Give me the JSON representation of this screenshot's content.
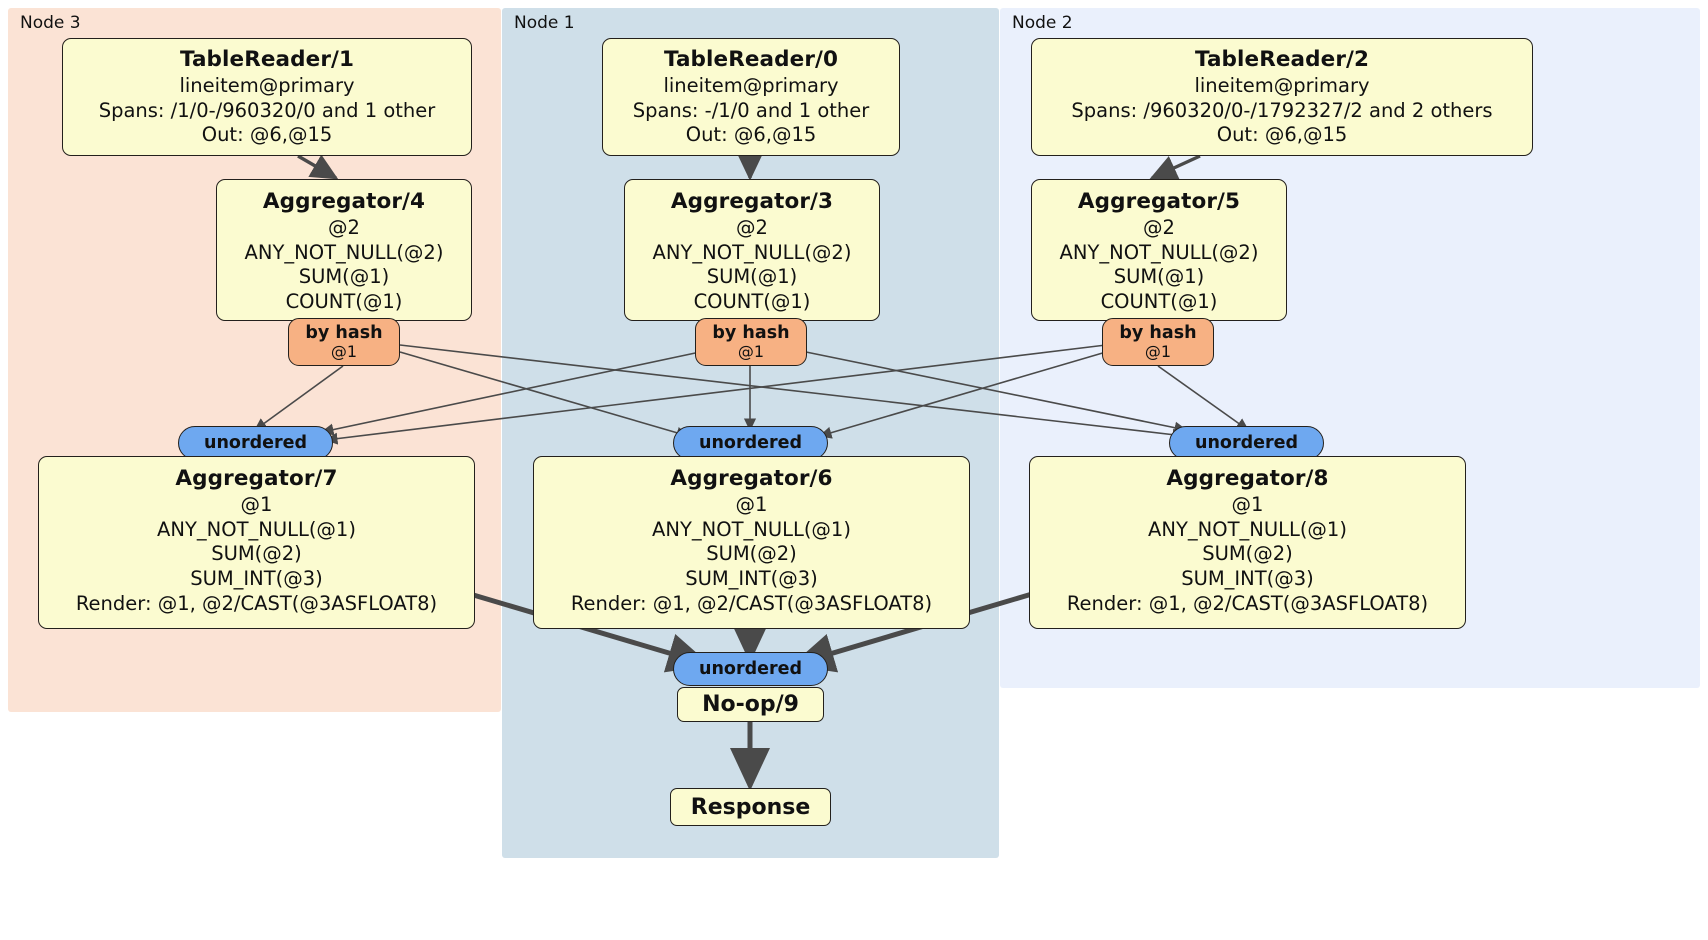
{
  "diagram": {
    "type": "distributed-query-plan",
    "title": "CockroachDB distributed physical plan",
    "colors": {
      "node3_panel": "#fbe3d5",
      "node1_panel": "#cfdfe9",
      "node2_panel": "#eaf0fc",
      "processor_box": "#fbfbd0",
      "box_border": "#23201c",
      "hash_badge": "#f7b183",
      "unordered_badge": "#6ea8f0",
      "edge": "#4a4a4a"
    }
  },
  "panels": [
    {
      "id": "node3",
      "label": "Node 3"
    },
    {
      "id": "node1",
      "label": "Node 1"
    },
    {
      "id": "node2",
      "label": "Node 2"
    }
  ],
  "processors": {
    "table_reader_1": {
      "title": "TableReader/1",
      "lines": [
        "lineitem@primary",
        "Spans: /1/0-/960320/0 and 1 other",
        "Out: @6,@15"
      ]
    },
    "table_reader_0": {
      "title": "TableReader/0",
      "lines": [
        "lineitem@primary",
        "Spans: -/1/0 and 1 other",
        "Out: @6,@15"
      ]
    },
    "table_reader_2": {
      "title": "TableReader/2",
      "lines": [
        "lineitem@primary",
        "Spans: /960320/0-/1792327/2 and 2 others",
        "Out: @6,@15"
      ]
    },
    "aggregator_4": {
      "title": "Aggregator/4",
      "lines": [
        "@2",
        "ANY_NOT_NULL(@2)",
        "SUM(@1)",
        "COUNT(@1)"
      ]
    },
    "aggregator_3": {
      "title": "Aggregator/3",
      "lines": [
        "@2",
        "ANY_NOT_NULL(@2)",
        "SUM(@1)",
        "COUNT(@1)"
      ]
    },
    "aggregator_5": {
      "title": "Aggregator/5",
      "lines": [
        "@2",
        "ANY_NOT_NULL(@2)",
        "SUM(@1)",
        "COUNT(@1)"
      ]
    },
    "aggregator_7": {
      "title": "Aggregator/7",
      "lines": [
        "@1",
        "ANY_NOT_NULL(@1)",
        "SUM(@2)",
        "SUM_INT(@3)",
        "Render: @1, @2/CAST(@3ASFLOAT8)"
      ]
    },
    "aggregator_6": {
      "title": "Aggregator/6",
      "lines": [
        "@1",
        "ANY_NOT_NULL(@1)",
        "SUM(@2)",
        "SUM_INT(@3)",
        "Render: @1, @2/CAST(@3ASFLOAT8)"
      ]
    },
    "aggregator_8": {
      "title": "Aggregator/8",
      "lines": [
        "@1",
        "ANY_NOT_NULL(@1)",
        "SUM(@2)",
        "SUM_INT(@3)",
        "Render: @1, @2/CAST(@3ASFLOAT8)"
      ]
    },
    "noop_9": {
      "title": "No-op/9"
    },
    "response": {
      "title": "Response"
    }
  },
  "routers": {
    "hash_left": {
      "kind": "by hash",
      "column": "@1"
    },
    "hash_mid": {
      "kind": "by hash",
      "column": "@1"
    },
    "hash_right": {
      "kind": "by hash",
      "column": "@1"
    },
    "unordered_left": {
      "kind": "unordered"
    },
    "unordered_mid": {
      "kind": "unordered"
    },
    "unordered_right": {
      "kind": "unordered"
    },
    "unordered_final": {
      "kind": "unordered"
    }
  }
}
